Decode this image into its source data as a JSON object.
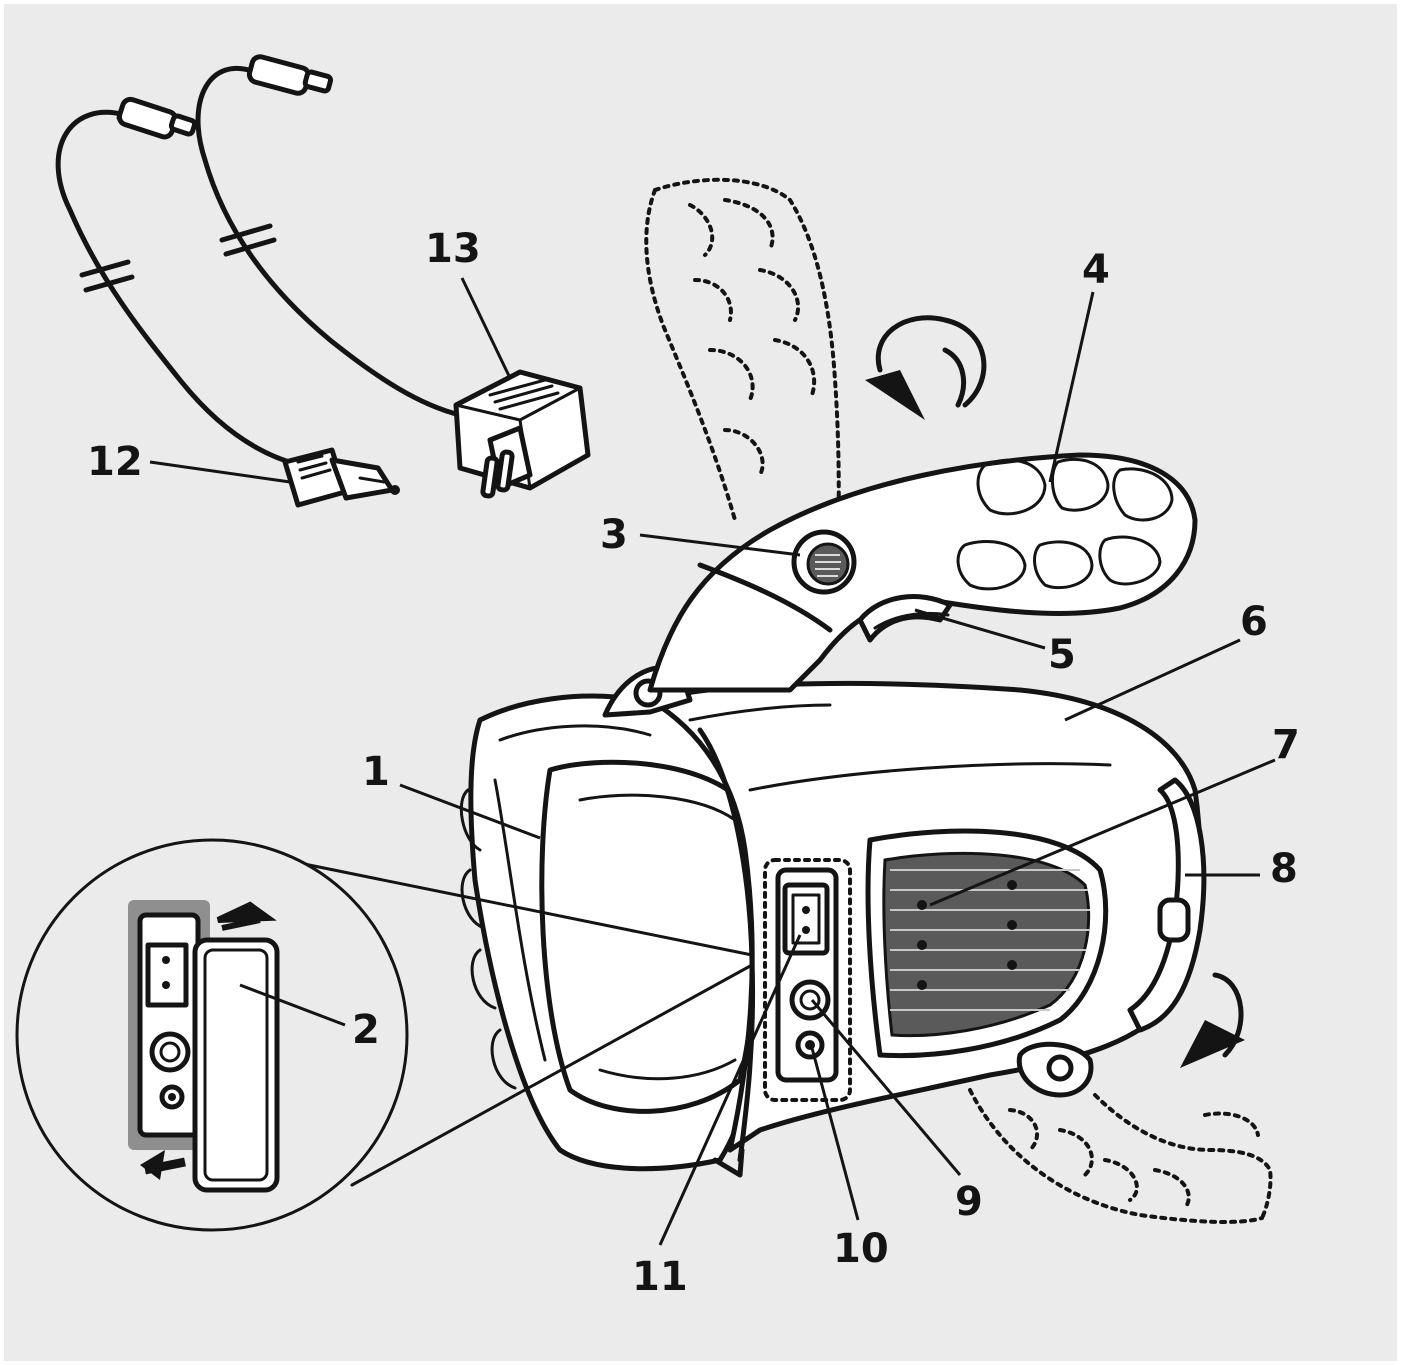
{
  "colors": {
    "background": "#ebebeb",
    "frame": "#ffffff",
    "ink": "#141414",
    "bezel_shadow": "#8f8f8f",
    "part_fill": "#ffffff"
  },
  "callouts": [
    {
      "id": "1",
      "label": "1"
    },
    {
      "id": "2",
      "label": "2"
    },
    {
      "id": "3",
      "label": "3"
    },
    {
      "id": "4",
      "label": "4"
    },
    {
      "id": "5",
      "label": "5"
    },
    {
      "id": "6",
      "label": "6"
    },
    {
      "id": "7",
      "label": "7"
    },
    {
      "id": "8",
      "label": "8"
    },
    {
      "id": "9",
      "label": "9"
    },
    {
      "id": "10",
      "label": "10"
    },
    {
      "id": "11",
      "label": "11"
    },
    {
      "id": "12",
      "label": "12"
    },
    {
      "id": "13",
      "label": "13"
    }
  ],
  "parts": {
    "car_charger_cable": "cigarette-lighter-plug",
    "mains_adapter": "wall-plug-adapter",
    "lamp_body": "handheld-spotlight",
    "detail_view": "magnified-switch-panel"
  }
}
